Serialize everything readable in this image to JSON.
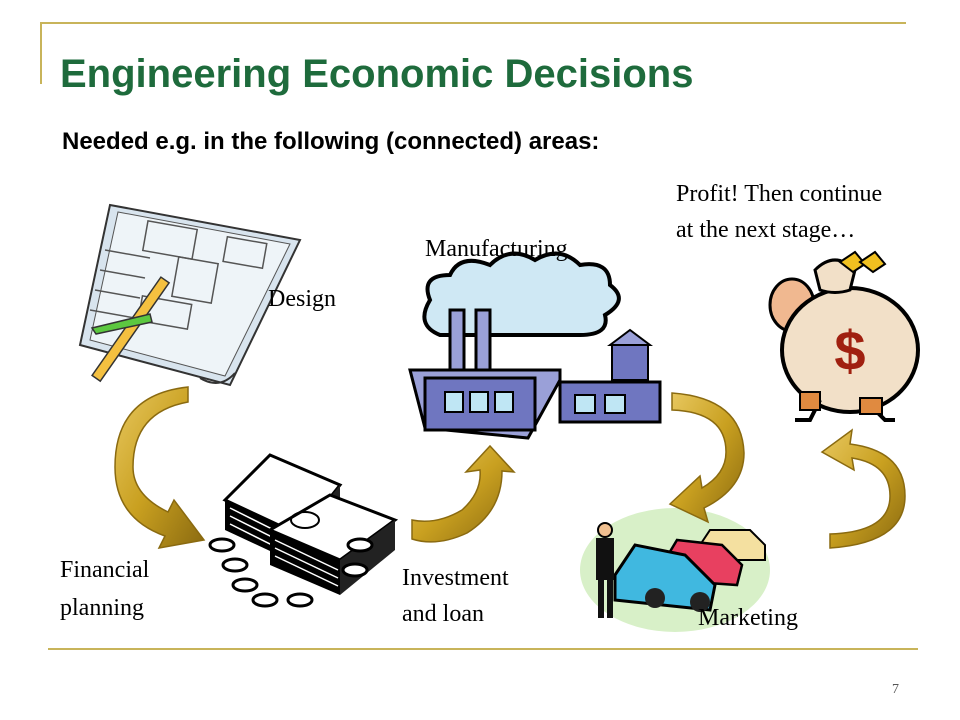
{
  "slide": {
    "title": "Engineering Economic Decisions",
    "subtitle": "Needed e.g. in the following (connected) areas:",
    "page_number": "7"
  },
  "labels": {
    "design": "Design",
    "manufacturing": "Manufacturing",
    "profit_line1": "Profit! Then continue",
    "profit_line2": "at the next stage…",
    "financial_line1": "Financial",
    "financial_line2": "planning",
    "investment_line1": "Investment",
    "investment_line2": "and loan",
    "marketing": "Marketing"
  },
  "symbols": {
    "money_bag": "$"
  },
  "colors": {
    "title": "#1e6b3c",
    "frame": "#c8b45a",
    "arrow": "#c9a020"
  },
  "icons": [
    "blueprint-icon",
    "factory-icon",
    "money-bag-man-icon",
    "cash-stack-icon",
    "cars-salesman-icon",
    "curved-arrow-icon"
  ]
}
